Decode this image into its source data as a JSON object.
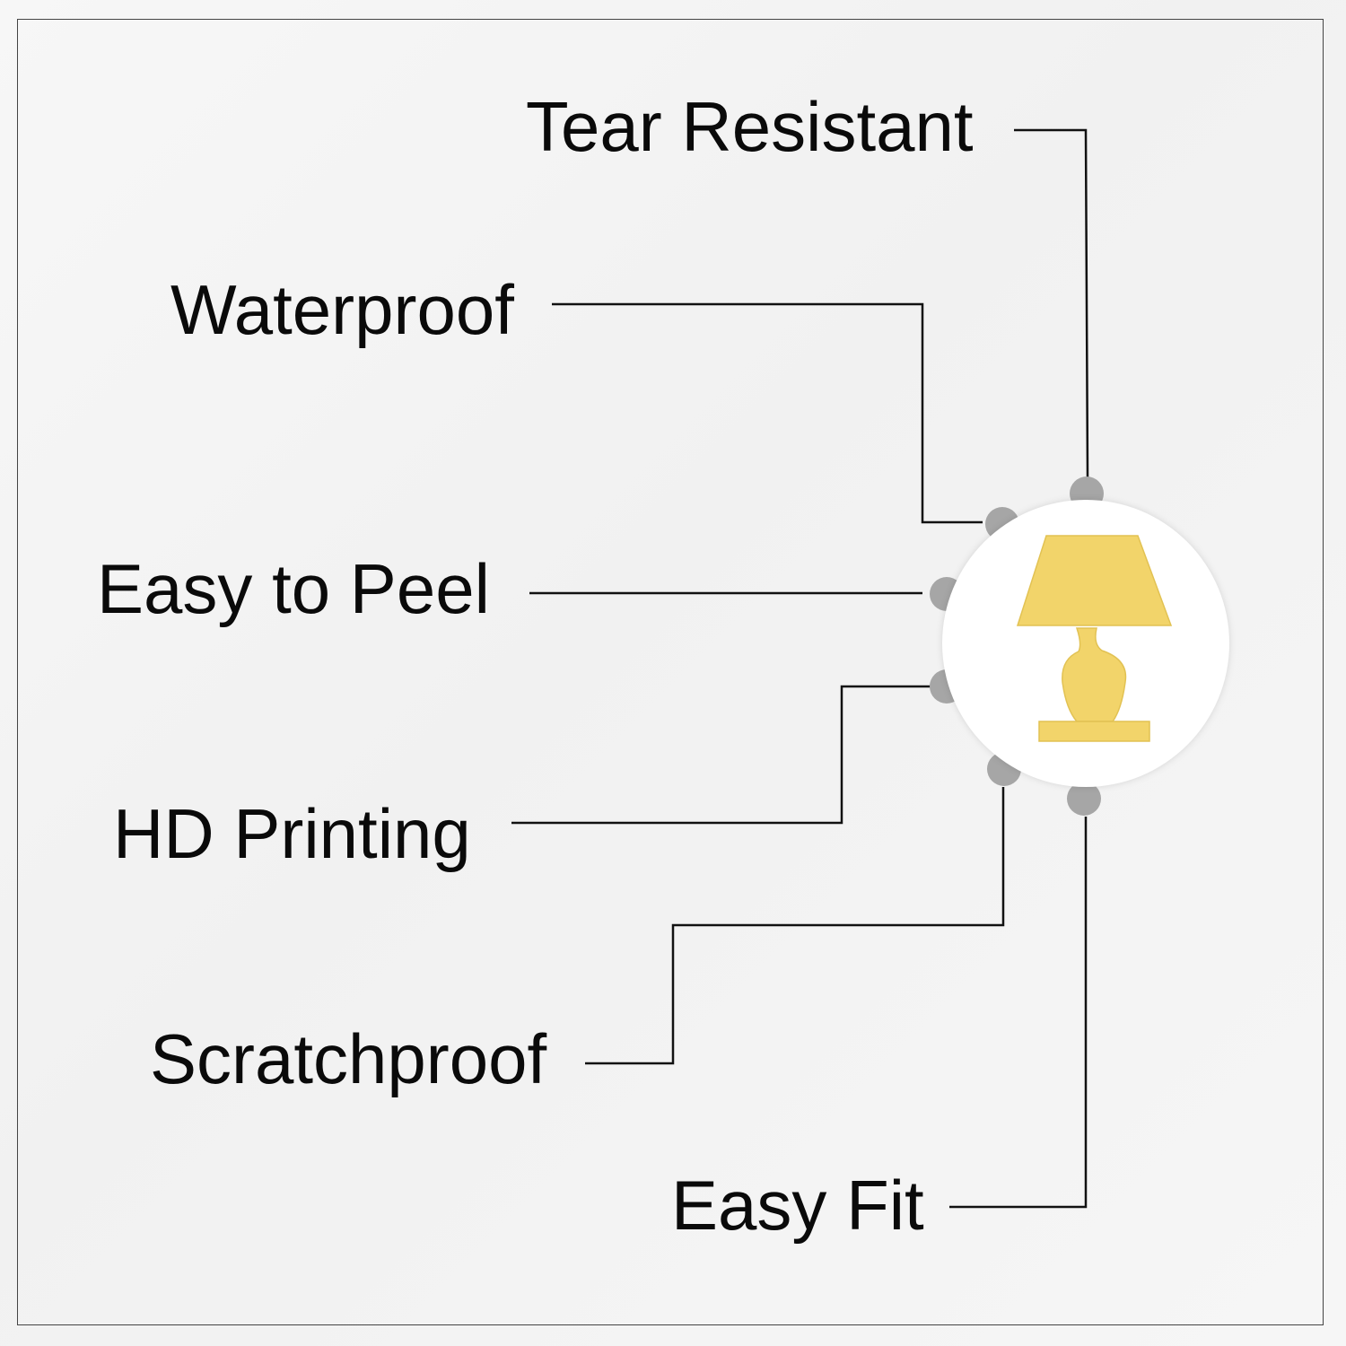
{
  "features": [
    {
      "label": "Tear Resistant"
    },
    {
      "label": "Waterproof"
    },
    {
      "label": "Easy to Peel"
    },
    {
      "label": "HD Printing"
    },
    {
      "label": "Scratchproof"
    },
    {
      "label": "Easy Fit"
    }
  ],
  "colors": {
    "lamp": "#f2d46a",
    "dots": "#a6a6a6",
    "lines": "#111111"
  },
  "center_icon": "lamp-icon"
}
